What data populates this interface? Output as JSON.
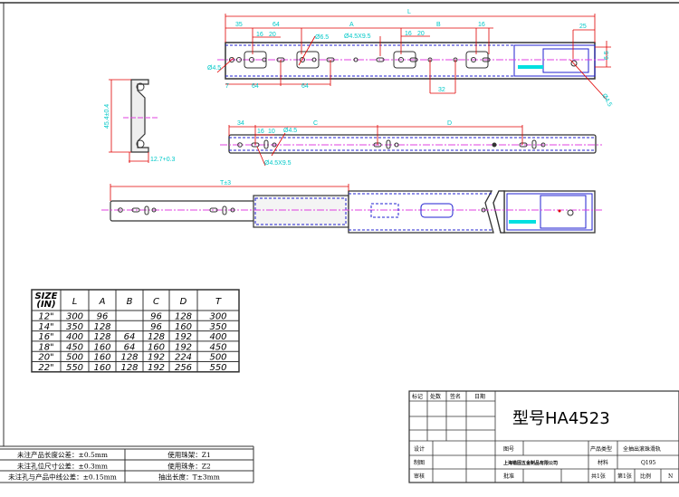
{
  "colors": {
    "outline": "#333333",
    "dimension": "#e00000",
    "dim_text": "#00c8c8",
    "hidden": "#2020d0",
    "centerline": "#e040e0",
    "cyan_fill": "#00e0e0"
  },
  "top_view": {
    "dims": {
      "L": "L",
      "d35": "35",
      "d64a": "64",
      "A": "A",
      "B": "B",
      "d16a": "16",
      "d20a": "20",
      "d16b": "16",
      "d20b": "20",
      "d16c": "16",
      "d25": "25",
      "phi65": "Ø6.5",
      "slot": "Ø4.5X9.5",
      "phi45a": "Ø4.5",
      "phi45b": "Ø4.5",
      "d65": "6.5",
      "d7": "7",
      "d64b": "64",
      "d64c": "64",
      "d32": "32"
    }
  },
  "section_view": {
    "dims": {
      "height": "45.4±0.4",
      "width": "12.7+0.3"
    }
  },
  "middle_view": {
    "dims": {
      "d34": "34",
      "C": "C",
      "D": "D",
      "d16": "16",
      "d10": "10",
      "phi45": "Ø4.5",
      "slot": "Ø4.5X9.5"
    }
  },
  "assembly_view": {
    "dims": {
      "T": "T±3"
    }
  },
  "size_table": {
    "headers": [
      "SIZE (IN)",
      "L",
      "A",
      "B",
      "C",
      "D",
      "T"
    ],
    "rows": [
      [
        "12\"",
        "300",
        "96",
        "",
        "96",
        "128",
        "300"
      ],
      [
        "14\"",
        "350",
        "128",
        "",
        "96",
        "160",
        "350"
      ],
      [
        "16\"",
        "400",
        "128",
        "64",
        "128",
        "192",
        "400"
      ],
      [
        "18\"",
        "450",
        "160",
        "64",
        "160",
        "192",
        "450"
      ],
      [
        "20\"",
        "500",
        "160",
        "128",
        "192",
        "224",
        "500"
      ],
      [
        "22\"",
        "550",
        "160",
        "128",
        "192",
        "256",
        "550"
      ]
    ]
  },
  "notes": {
    "rows": [
      [
        "未注产品长度公差：±0.5mm",
        "使用珠架：Z1"
      ],
      [
        "未注孔位尺寸公差：±0.3mm",
        "使用珠条：Z2"
      ],
      [
        "未注孔与产品中线公差：±0.15mm",
        "抽出长度：T±3mm"
      ]
    ]
  },
  "title_block": {
    "rev_headers": [
      "标记",
      "处数",
      "签名",
      "日期"
    ],
    "model": "型号HA4523",
    "design": "设计",
    "drawing_no": "图号",
    "product_type_label": "产品类型",
    "product_type": "全抽出滚珠滑轨",
    "drafting": "制图",
    "company": "上海锴固五金制品有限公司",
    "material_label": "材料",
    "material": "Q195",
    "review": "审核",
    "approve": "批准",
    "total_sheets": "共1张",
    "sheet": "第1张",
    "scale_label": "比例",
    "scale": "N"
  }
}
